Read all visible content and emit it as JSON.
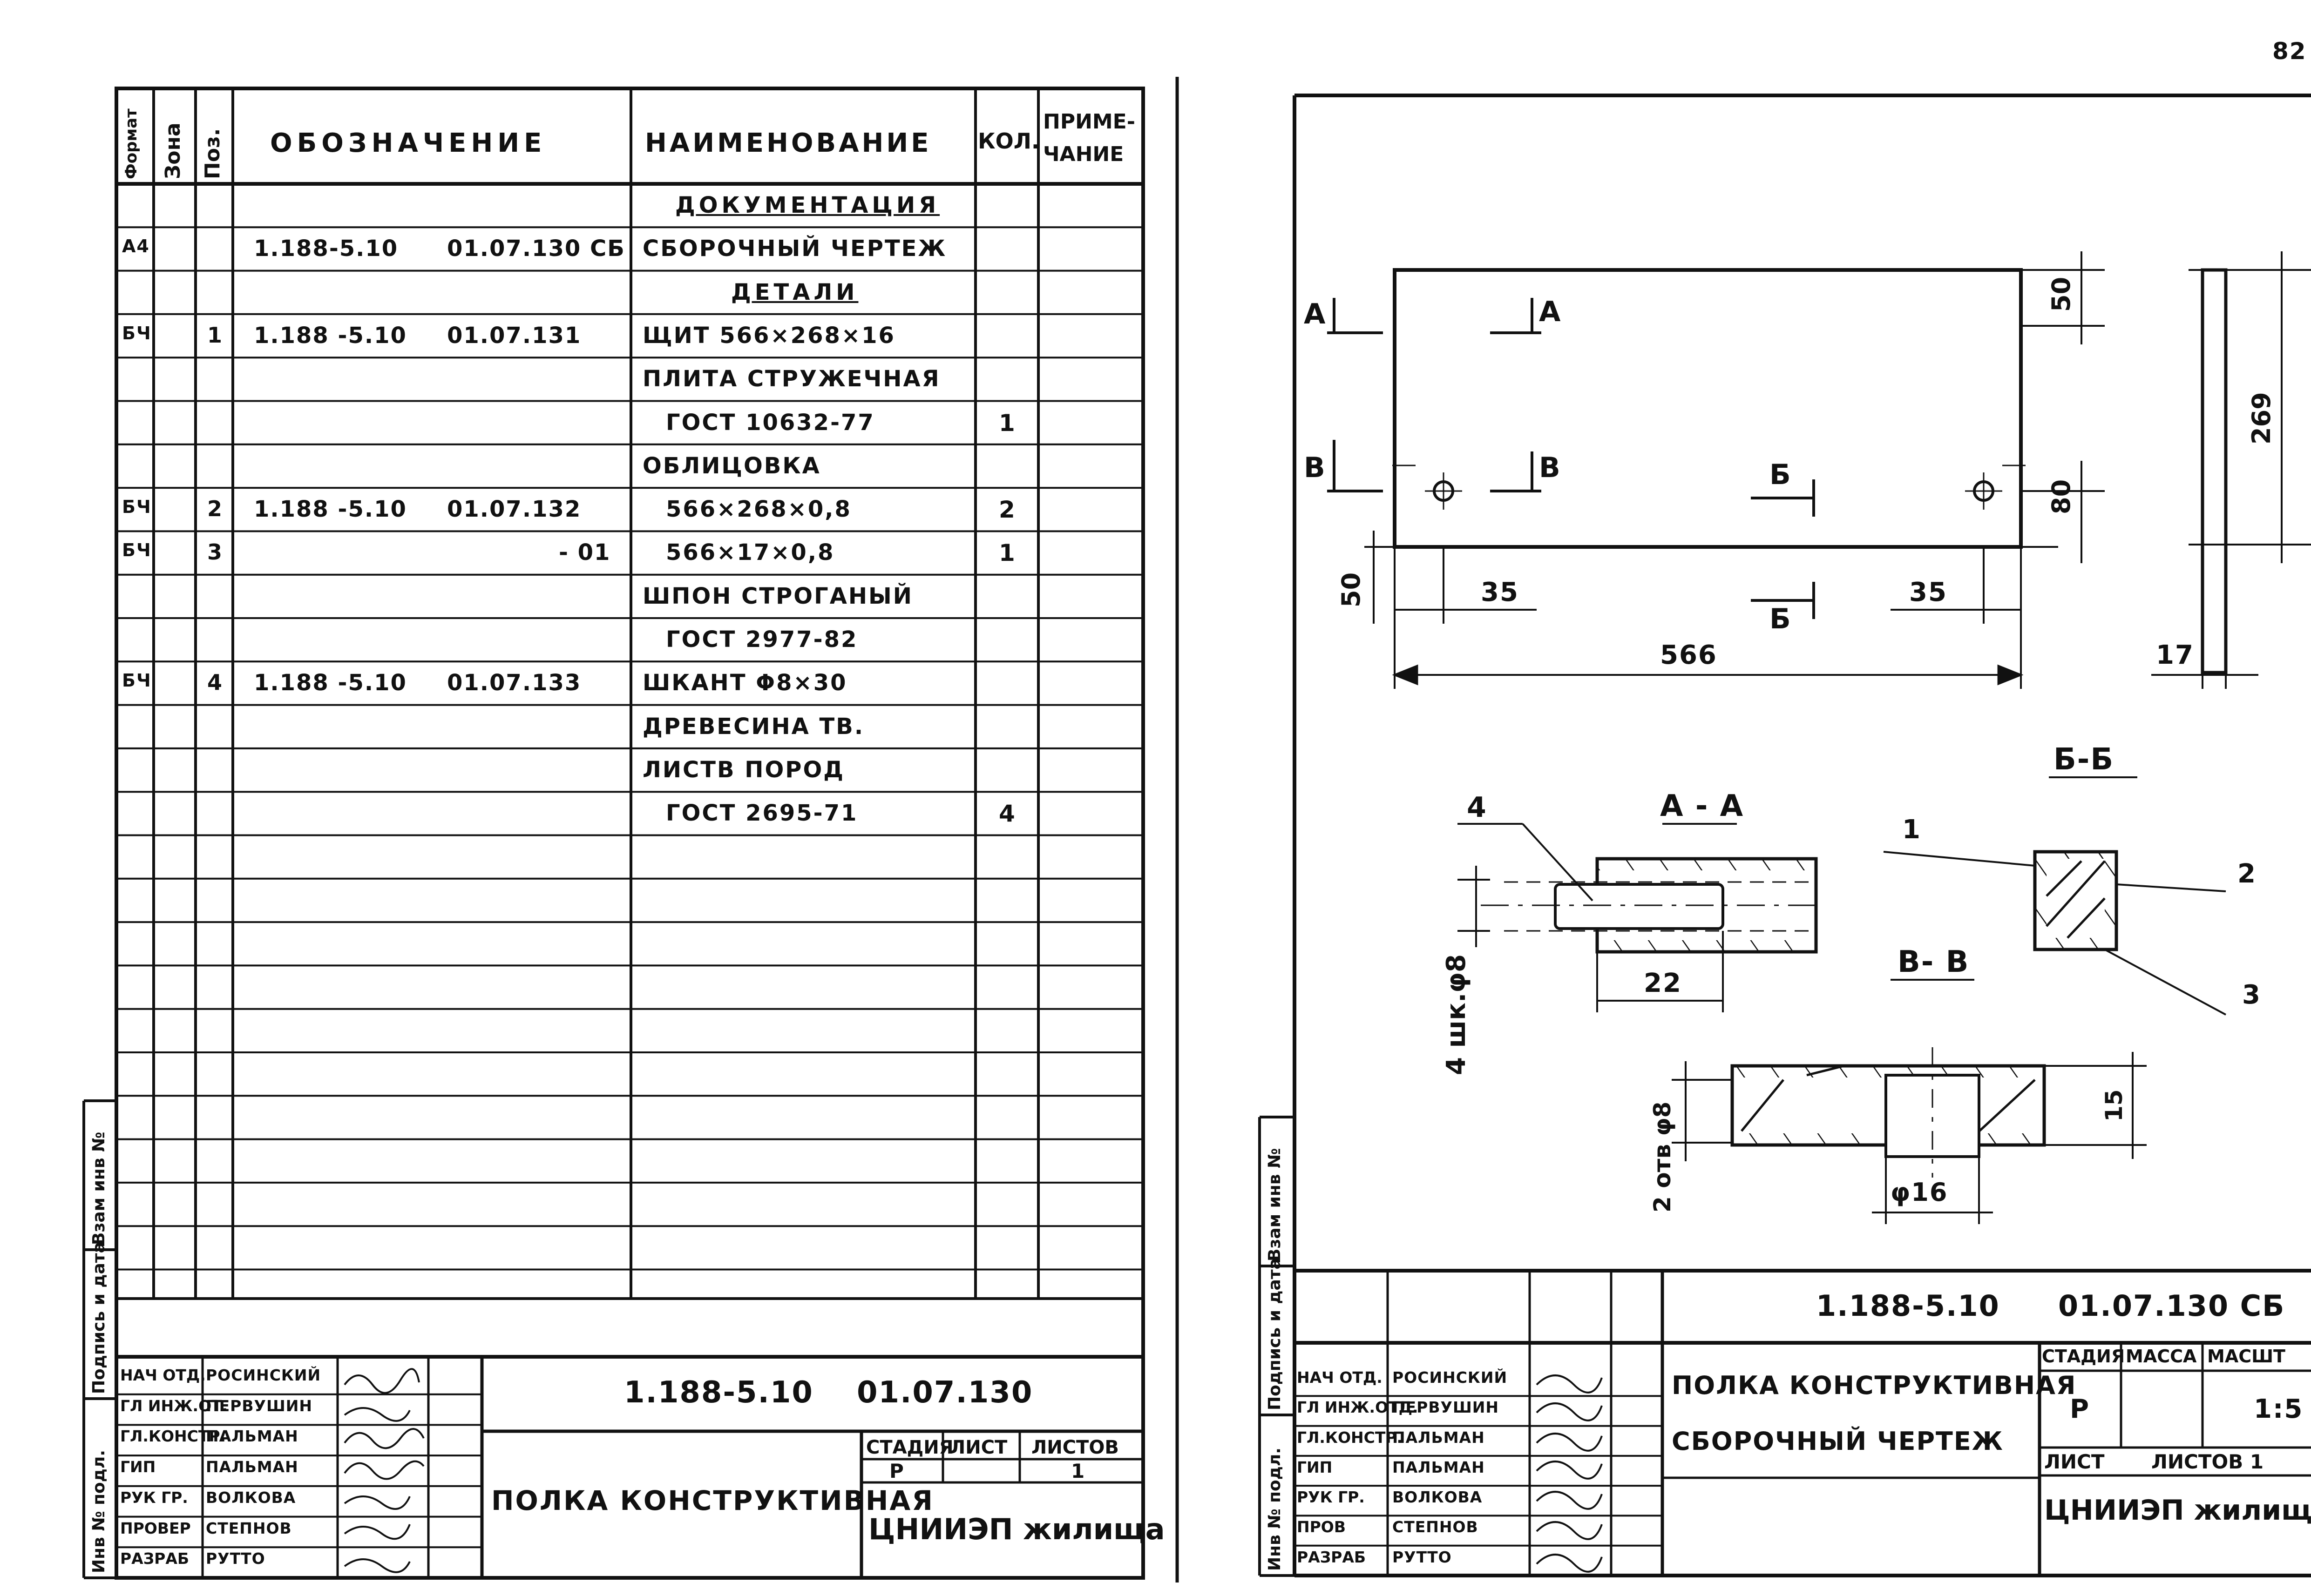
{
  "page_number": "82",
  "left": {
    "headers": {
      "format": "Формат",
      "zone": "Зона",
      "pos": "Поз.",
      "designation": "Обозначение",
      "name": "Наименование",
      "qty": "Кол.",
      "note_1": "Приме-",
      "note_2": "чание"
    },
    "rows": [
      {
        "format": "",
        "pos": "",
        "des_a": "",
        "des_b": "",
        "name": "Документация",
        "qty": ""
      },
      {
        "format": "А4",
        "pos": "",
        "des_a": "1.188-5.10",
        "des_b": "01.07.130 СБ",
        "name": "Сборочный чертеж",
        "qty": ""
      },
      {
        "format": "",
        "pos": "",
        "des_a": "",
        "des_b": "",
        "name": "Детали",
        "qty": ""
      },
      {
        "format": "БЧ",
        "pos": "1",
        "des_a": "1.188 -5.10",
        "des_b": "01.07.131",
        "name": "Щит 566×268×16",
        "qty": ""
      },
      {
        "format": "",
        "pos": "",
        "des_a": "",
        "des_b": "",
        "name": "Плита стружечная",
        "qty": ""
      },
      {
        "format": "",
        "pos": "",
        "des_a": "",
        "des_b": "",
        "name": "ГОСТ 10632-77",
        "qty": "1"
      },
      {
        "format": "",
        "pos": "",
        "des_a": "",
        "des_b": "",
        "name": "Облицовка",
        "qty": ""
      },
      {
        "format": "БЧ",
        "pos": "2",
        "des_a": "1.188 -5.10",
        "des_b": "01.07.132",
        "name": "566×268×0,8",
        "qty": "2"
      },
      {
        "format": "БЧ",
        "pos": "3",
        "des_a": "",
        "des_b": "- 01",
        "name": "566×17×0,8",
        "qty": "1"
      },
      {
        "format": "",
        "pos": "",
        "des_a": "",
        "des_b": "",
        "name": "Шпон строганый",
        "qty": ""
      },
      {
        "format": "",
        "pos": "",
        "des_a": "",
        "des_b": "",
        "name": "ГОСТ 2977-82",
        "qty": ""
      },
      {
        "format": "БЧ",
        "pos": "4",
        "des_a": "1.188 -5.10",
        "des_b": "01.07.133",
        "name": "Шкант φ8×30",
        "qty": ""
      },
      {
        "format": "",
        "pos": "",
        "des_a": "",
        "des_b": "",
        "name": "Древесина тв.",
        "qty": ""
      },
      {
        "format": "",
        "pos": "",
        "des_a": "",
        "des_b": "",
        "name": "Листв пород",
        "qty": ""
      },
      {
        "format": "",
        "pos": "",
        "des_a": "",
        "des_b": "",
        "name": "ГОСТ 2695-71",
        "qty": "4"
      }
    ],
    "side_labels": [
      "Инв № подл.",
      "Подпись и дата",
      "Взам инв №"
    ],
    "title_block": {
      "code": "1.188-5.10",
      "doc": "01.07.130",
      "title": "Полка конструктивная",
      "stage_label": "Стадия",
      "sheet_label": "Лист",
      "sheets_label": "Листов",
      "stage": "Р",
      "sheets": "1",
      "org": "ЦНИИЭП жилища",
      "roles": [
        "Нач отд.",
        "Гл инж.от.",
        "Гл.констр.",
        "ГИП",
        "Рук гр.",
        "Провер",
        "Разраб"
      ],
      "people": [
        "Росинский",
        "Первушин",
        "Пальман",
        "Пальман",
        "Волкова",
        "Степнов",
        "Рутто"
      ]
    }
  },
  "right": {
    "drawing": {
      "dims": {
        "width": "566",
        "edge_offset": "35",
        "edge_offset_2": "35",
        "bottom": "50",
        "top_right": "50",
        "right_mid": "80",
        "side_height": "269",
        "side_thick": "17"
      },
      "section_marks": {
        "a": "А",
        "b": "Б",
        "v": "В"
      },
      "section_titles": {
        "aa": "А - А",
        "bb": "Б-Б",
        "vv": "В- В"
      },
      "aa": {
        "pos": "4",
        "dim": "22",
        "note": "4 шк.φ8"
      },
      "bb": {
        "pos1": "1",
        "pos2": "2",
        "pos3": "3"
      },
      "vv": {
        "dim_h": "15",
        "dim_d": "φ16",
        "note": "2 отв φ8"
      }
    },
    "side_labels": [
      "Инв № подл.",
      "Подпись и дата",
      "Взам инв №"
    ],
    "title_block": {
      "code": "1.188-5.10",
      "doc": "01.07.130 СБ",
      "title_1": "Полка конструктивная",
      "title_2": "Сборочный чертеж",
      "stage_label": "Стадия",
      "mass_label": "Масса",
      "scale_label": "Масшт",
      "stage": "Р",
      "scale": "1:5",
      "sheet_label": "Лист",
      "sheets_label": "Листов 1",
      "org": "ЦНИИЭП жилищ",
      "roles": [
        "Нач отд.",
        "Гл инж.отд.",
        "Гл.констр.",
        "ГИП",
        "Рук гр.",
        "Пров",
        "Разраб"
      ],
      "people": [
        "Росинский",
        "Первушин",
        "Пальман",
        "Пальман",
        "Волкова",
        "Степнов",
        "Рутто"
      ]
    }
  }
}
